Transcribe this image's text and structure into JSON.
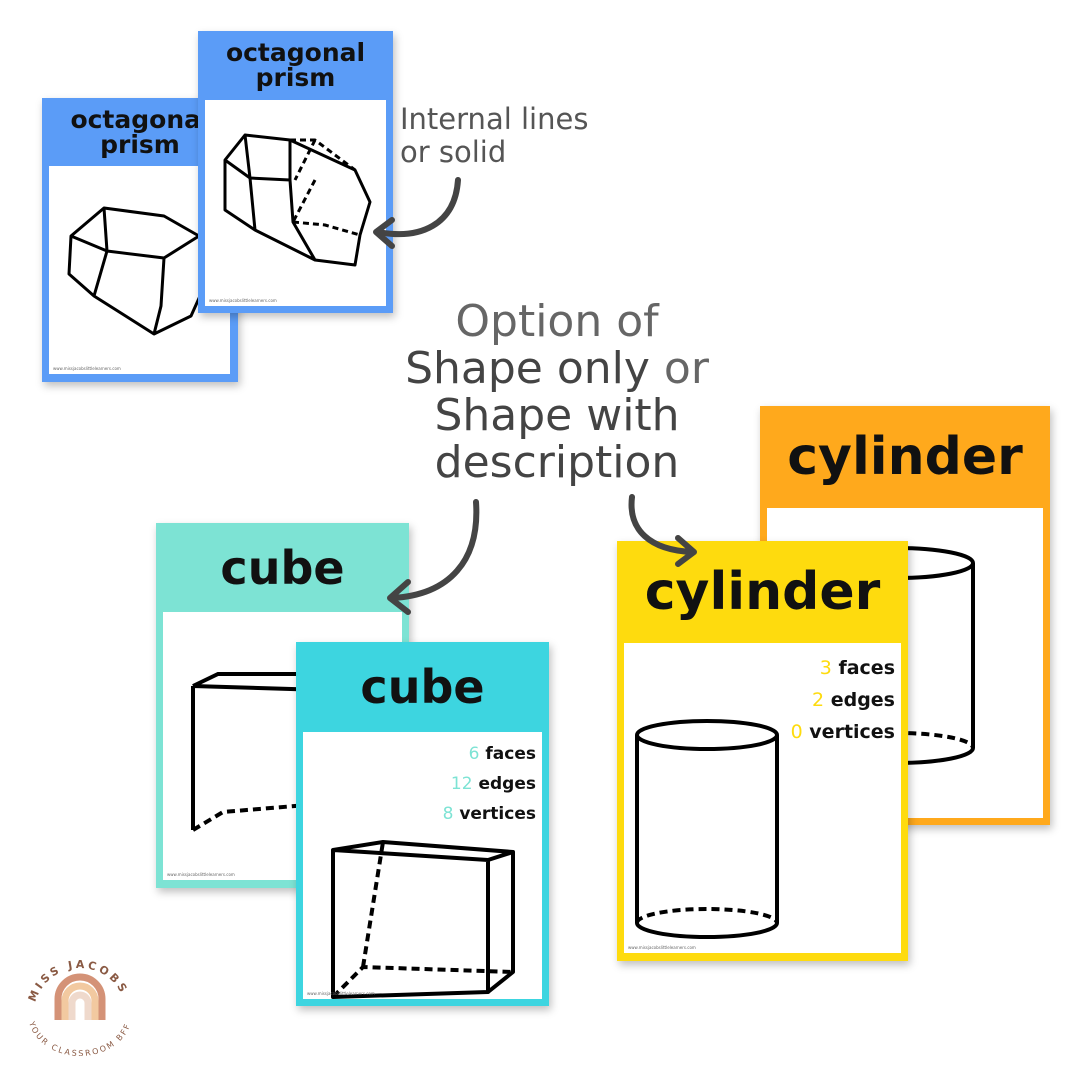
{
  "cards": {
    "octagonal_back": {
      "title": "octagonal prism",
      "color": "#5b9cf7"
    },
    "octagonal_front": {
      "title": "octagonal prism",
      "color": "#5b9cf7"
    },
    "cube_back": {
      "title": "cube",
      "color": "#7de3d4"
    },
    "cube_front": {
      "title": "cube",
      "color": "#3dd5e0",
      "stats": [
        {
          "n": "6",
          "label": "faces"
        },
        {
          "n": "12",
          "label": "edges"
        },
        {
          "n": "8",
          "label": "vertices"
        }
      ]
    },
    "cylinder_back": {
      "title": "cylinder",
      "color": "#ffa91c"
    },
    "cylinder_front": {
      "title": "cylinder",
      "color": "#fedb0e",
      "stats": [
        {
          "n": "3",
          "label": "faces"
        },
        {
          "n": "2",
          "label": "edges"
        },
        {
          "n": "0",
          "label": "vertices"
        }
      ]
    }
  },
  "footer": "www.missjacobslittlelearners.com",
  "annotation_internal": {
    "line1": "Internal lines",
    "line2": "or solid"
  },
  "headline": {
    "l1": "Option of",
    "l2a": "Shape only",
    "l2b": " or",
    "l3": "Shape with",
    "l4": "description"
  },
  "logo": {
    "top": "MISS JACOBS",
    "bottom": "YOUR CLASSROOM BFF"
  }
}
